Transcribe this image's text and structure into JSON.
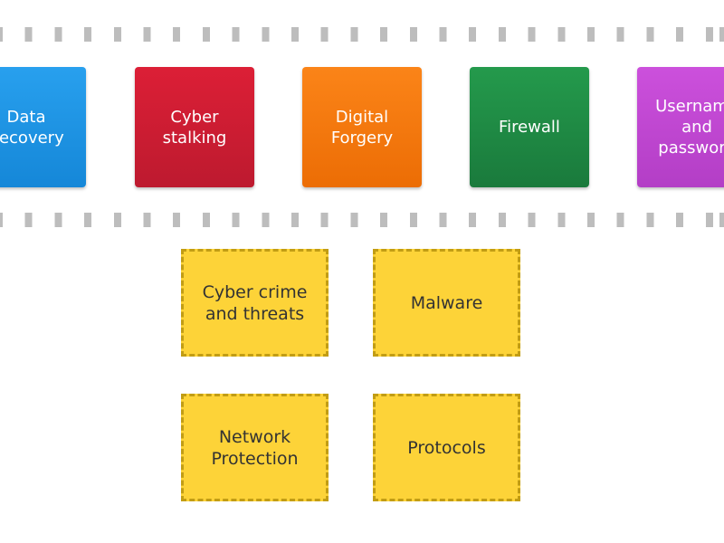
{
  "tiles": [
    {
      "label": "Data\nRecovery",
      "color": "#1f8fe0"
    },
    {
      "label": "Cyber\nstalking",
      "color": "#d21f35"
    },
    {
      "label": "Digital\nForgery",
      "color": "#f57a10"
    },
    {
      "label": "Firewall",
      "color": "#1f8a44"
    },
    {
      "label": "Username\nand\npassword",
      "color": "#c247d2"
    }
  ],
  "zones": [
    {
      "label": "Cyber crime\nand threats"
    },
    {
      "label": "Malware"
    },
    {
      "label": "Network\nProtection"
    },
    {
      "label": "Protocols"
    }
  ]
}
